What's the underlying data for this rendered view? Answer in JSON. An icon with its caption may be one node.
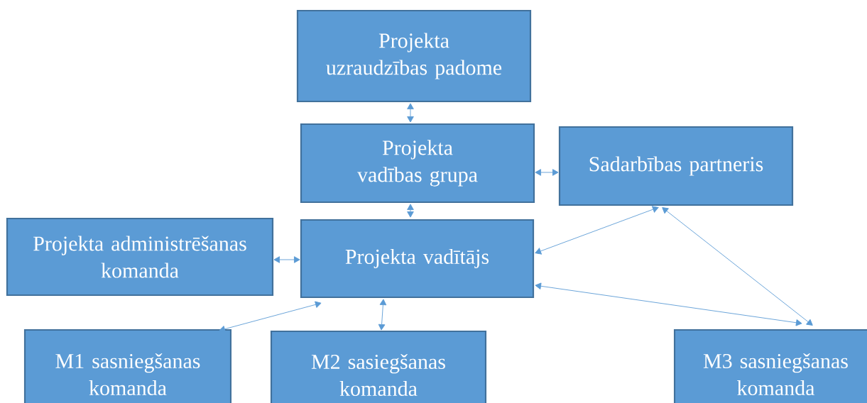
{
  "diagram": {
    "nodes": [
      {
        "text": [
          "Projekta uzraudzības padome"
        ]
      },
      {
        "text": [
          "Projekta vadības grupa"
        ]
      },
      {
        "text": [
          "Sadarbības partneris"
        ]
      },
      {
        "text": [
          "Projekta administrēšanas komanda"
        ]
      },
      {
        "text": [
          "Projekta vadītājs"
        ]
      },
      {
        "text": [
          "M1 sasniegšanas komanda"
        ]
      },
      {
        "text": [
          "M2 sasiegšanas komanda"
        ]
      },
      {
        "text": [
          "M3 sasniegšanas komanda"
        ]
      }
    ],
    "edges": [
      {
        "from": 0,
        "to": 1,
        "arrow": "both"
      },
      {
        "from": 1,
        "to": 4,
        "arrow": "both"
      },
      {
        "from": 1,
        "to": 2,
        "arrow": "both"
      },
      {
        "from": 3,
        "to": 4,
        "arrow": "both"
      },
      {
        "from": 4,
        "to": 5,
        "arrow": "both"
      },
      {
        "from": 4,
        "to": 6,
        "arrow": "both"
      },
      {
        "from": 4,
        "to": 2,
        "arrow": "both"
      },
      {
        "from": 4,
        "to": 7,
        "arrow": "both"
      },
      {
        "from": 2,
        "to": 7,
        "arrow": "both"
      }
    ]
  }
}
